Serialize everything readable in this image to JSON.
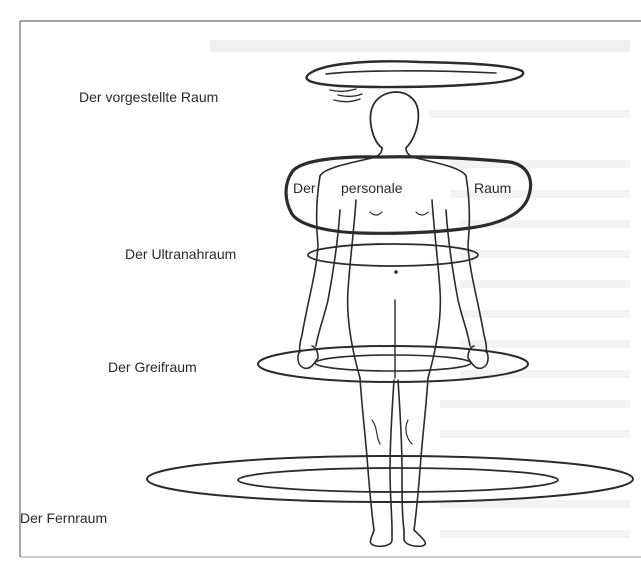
{
  "diagram": {
    "zones": [
      {
        "id": "vorgestellt",
        "label": "Der vorgestellte Raum"
      },
      {
        "id": "personal",
        "label_parts": [
          "Der",
          "personale",
          "Raum"
        ]
      },
      {
        "id": "ultranah",
        "label": "Der Ultranahraum"
      },
      {
        "id": "greif",
        "label": "Der Greifraum"
      },
      {
        "id": "fern",
        "label": "Der Fernraum"
      }
    ]
  }
}
